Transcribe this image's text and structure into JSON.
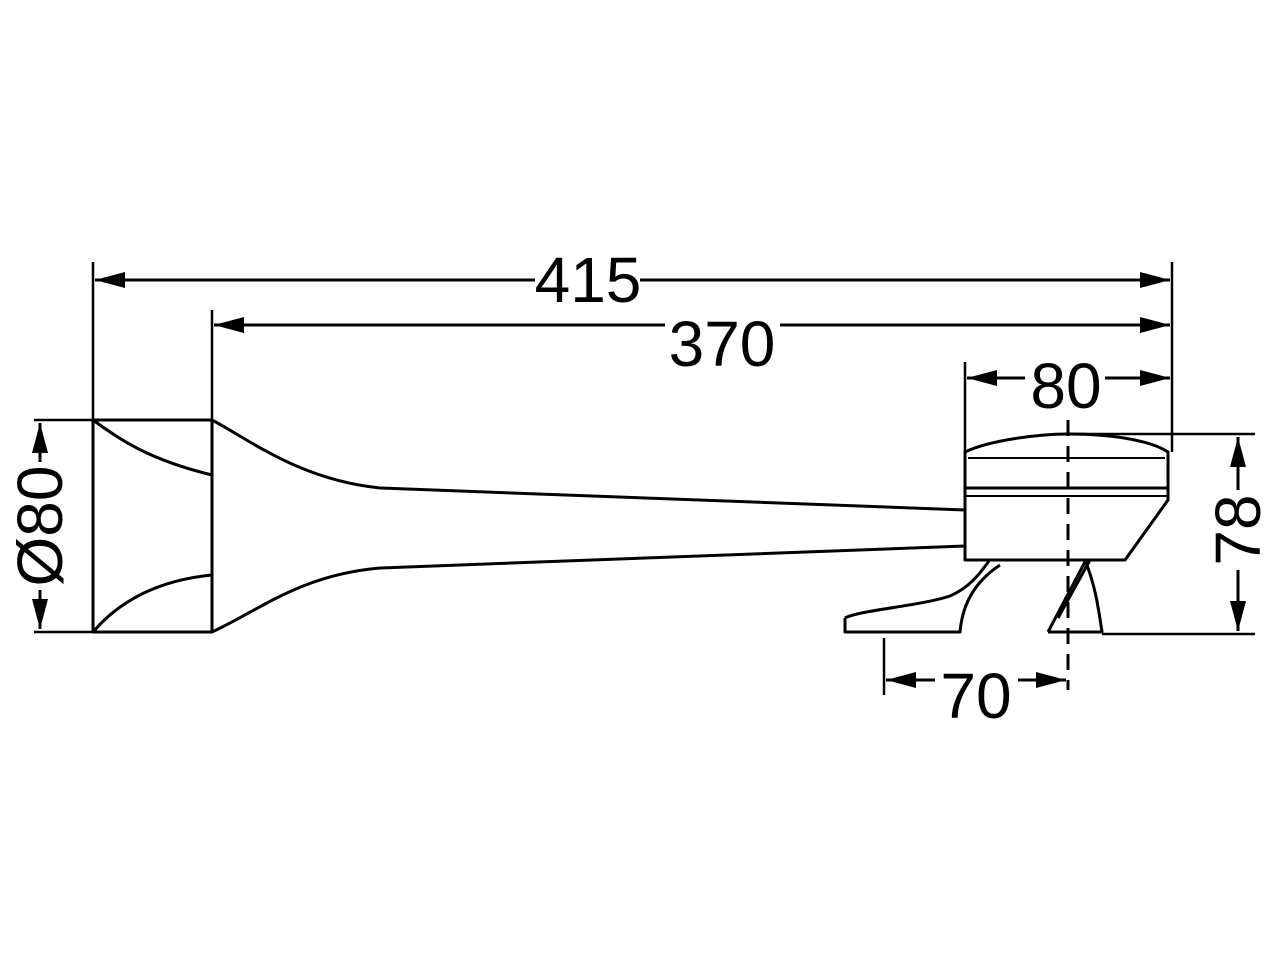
{
  "dimensions": {
    "overall_length": "415",
    "horn_length": "370",
    "housing_width": "80",
    "housing_height": "78",
    "bracket_width": "70",
    "horn_diameter": "Ø80"
  }
}
